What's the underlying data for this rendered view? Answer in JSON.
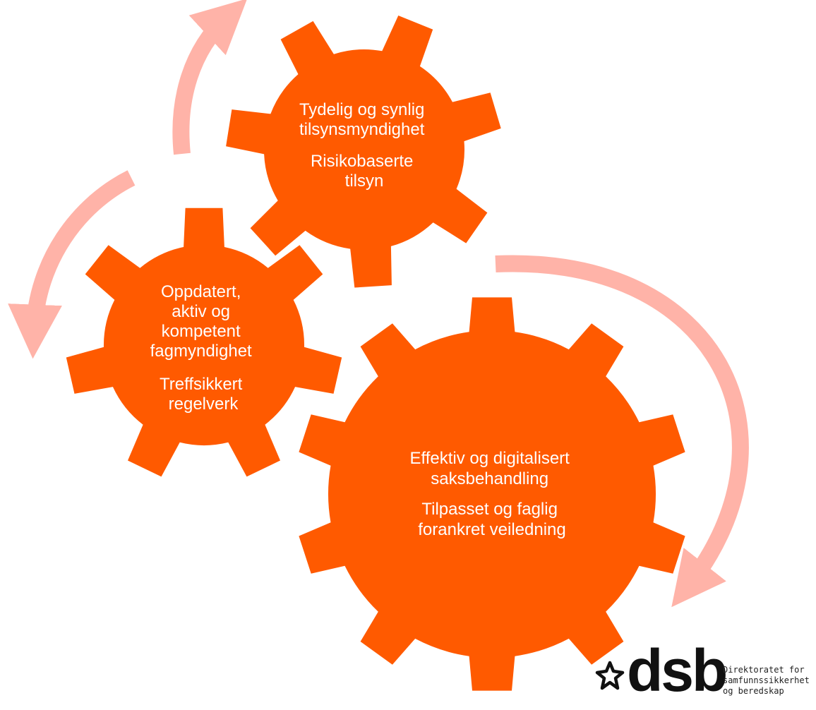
{
  "colors": {
    "gear": "#ff5a00",
    "arrow": "#ffb3a8",
    "text": "#ffffff"
  },
  "gears": [
    {
      "id": "top",
      "lines": [
        "Tydelig og synlig",
        "tilsynsmyndighet",
        "Risikobaserte",
        "tilsyn"
      ]
    },
    {
      "id": "left",
      "lines": [
        "Oppdatert,",
        "aktiv og",
        "kompetent",
        "fagmyndighet",
        "Treffsikkert",
        "regelverk"
      ]
    },
    {
      "id": "big",
      "lines": [
        "Effektiv og digitalisert",
        "saksbehandling",
        "Tilpasset og faglig",
        "forankret veiledning"
      ]
    }
  ],
  "logo": {
    "wordmark": "dsb",
    "subtitle": [
      "Direktoratet for",
      "samfunnssikkerhet",
      "og beredskap"
    ],
    "icon": "dsb-emblem-icon"
  }
}
